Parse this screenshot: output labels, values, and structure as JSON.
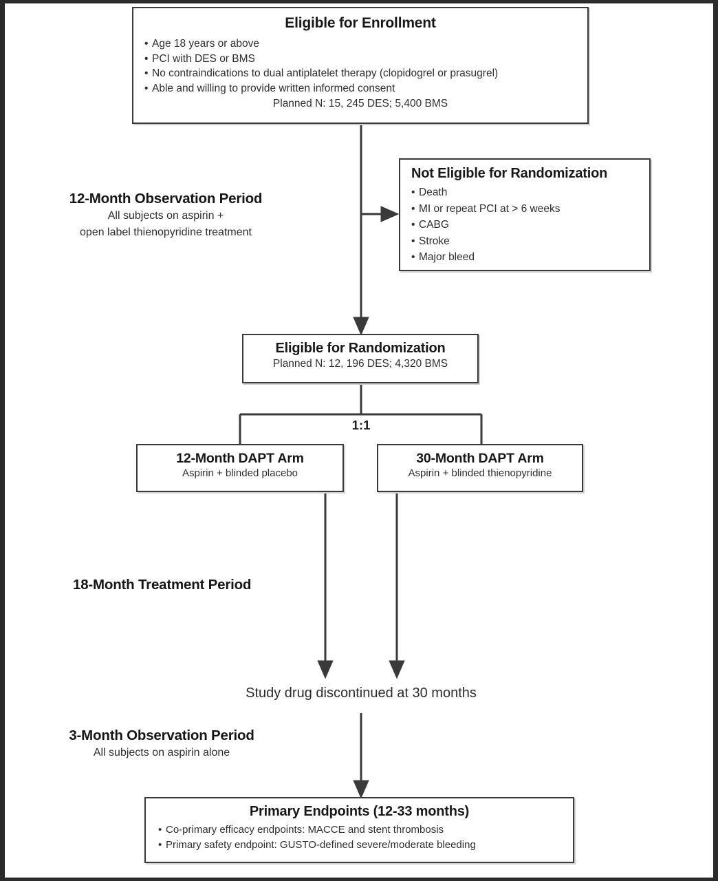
{
  "figure": {
    "kind": "clinical-trial-flowchart",
    "frame_color": "#2b2b2b",
    "box_border_color": "#3a3a3a"
  },
  "nodes": {
    "enrollment": {
      "title": "Eligible for Enrollment",
      "bullets": [
        "Age 18 years or above",
        "PCI with DES or BMS",
        "No contraindications to dual antiplatelet therapy (clopidogrel or prasugrel)",
        "Able and willing to provide written informed consent"
      ],
      "footer": "Planned N: 15, 245 DES; 5,400 BMS"
    },
    "not_eligible": {
      "title": "Not Eligible for Randomization",
      "bullets": [
        "Death",
        "MI or repeat PCI at > 6 weeks",
        "CABG",
        "Stroke",
        "Major bleed"
      ]
    },
    "randomization": {
      "title": "Eligible for Randomization",
      "subtitle": "Planned N: 12, 196 DES; 4,320 BMS"
    },
    "arm_12": {
      "title": "12-Month DAPT Arm",
      "subtitle": "Aspirin + blinded placebo"
    },
    "arm_30": {
      "title": "30-Month DAPT Arm",
      "subtitle": "Aspirin + blinded thienopyridine"
    },
    "endpoints": {
      "title": "Primary Endpoints (12-33 months)",
      "bullets": [
        "Co-primary efficacy endpoints: MACCE and stent thrombosis",
        "Primary safety endpoint: GUSTO-defined severe/moderate bleeding"
      ]
    }
  },
  "labels": {
    "observation_12": {
      "header": "12-Month Observation Period",
      "line1": "All subjects on aspirin +",
      "line2": "open label thienopyridine treatment"
    },
    "treatment_18": {
      "header": "18-Month Treatment Period"
    },
    "observation_3": {
      "header": "3-Month Observation Period",
      "line1": "All subjects on aspirin alone"
    },
    "discontinuation": "Study drug discontinued at 30 months",
    "randomization_ratio": "1:1"
  }
}
